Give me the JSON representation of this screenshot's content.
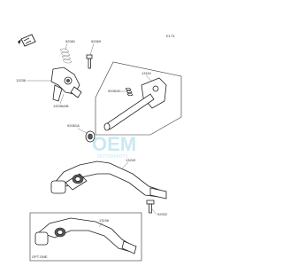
{
  "page_ref": "E173",
  "labels": {
    "p92081": "92081",
    "p92069": "92069",
    "p13236": "13236",
    "p13236ab": "13236A/B",
    "p13161": "13161",
    "p92081b": "92081B",
    "p92081a": "92081A",
    "p13243": "13243",
    "p13156": "13156",
    "p92002": "92002",
    "note": "OPT.ONE"
  },
  "watermark": {
    "brand": "OEM",
    "tagline": "MOTORPARTS"
  },
  "colors": {
    "line": "#222222",
    "watermark": "#9fd6ea"
  }
}
